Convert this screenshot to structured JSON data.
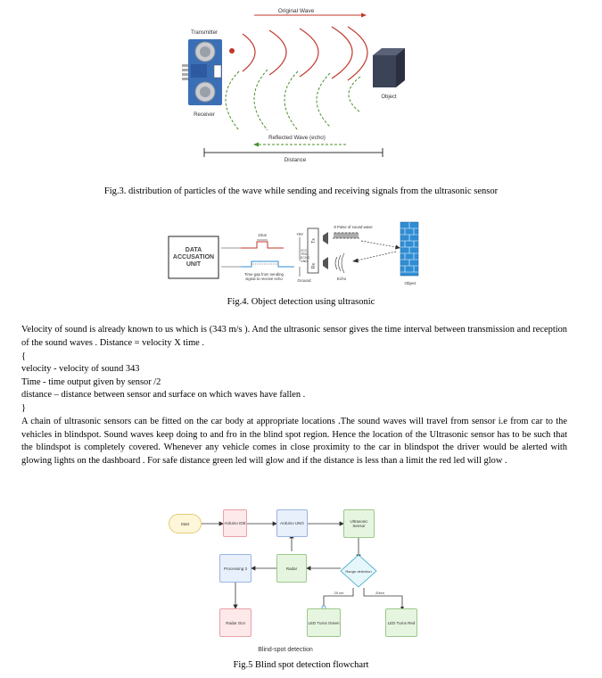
{
  "fig3": {
    "label_original_wave": "Original Wave",
    "label_transmitter": "Transmitter",
    "label_receiver": "Receiver",
    "label_object": "Object",
    "label_reflected": "Reflected Wave (echo)",
    "label_distance": "Distance",
    "caption": "Fig.3. distribution of particles of the wave while sending and receiving signals  from the ultrasonic sensor"
  },
  "fig4": {
    "unit_line1": "DATA",
    "unit_line2": "ACCUSATION",
    "unit_line3": "UNIT",
    "label_10us": "10us",
    "label_5v": "+5V",
    "label_pulse": "8 Pulse of sound wave",
    "label_tx": "Tx",
    "label_rx": "Rx",
    "pins": [
      "VCC",
      "TRIG",
      "ECHO",
      "GND"
    ],
    "label_time_gap_1": "Time gap from sending",
    "label_time_gap_2": "signal to receive echo",
    "label_ground": "Ground",
    "label_echo": "Echo",
    "label_object": "Object",
    "caption": "Fig.4. Object detection using ultrasonic"
  },
  "body": {
    "para1": "Velocity of sound is already known to us which is (343 m/s ). And the ultrasonic sensor gives the time interval between transmission and reception of the sound waves . Distance = velocity X time .",
    "brace_open": "{",
    "line_velocity": "velocity  - velocity of sound 343",
    "line_time": "Time - time output given by sensor /2",
    "line_distance": "distance – distance between sensor and surface    on which waves have fallen .",
    "brace_close": "}",
    "para2": "A chain of ultrasonic sensors can be fitted on the car body at appropriate locations .The sound waves will travel from sensor i.e from car to the vehicles in blindspot. Sound waves keep doing to and fro in the blind spot region. Hence  the location of the Ultrasonic sensor has to be such that the blindspot is completely covered. Whenever any vehicle comes in close proximity to the car in blindspot  the driver would be alerted with glowing lights on the dashboard . For safe distance green led will glow and if the distance is less than a limit the red led will glow ."
  },
  "fig5": {
    "start": "Start",
    "arduino_ide": "Arduino IDE",
    "arduino_uno": "Arduino UNO",
    "ultrasonic": "Ultrasonic Sensor",
    "processing": "Processing 3",
    "radar": "Radar",
    "range_detection": "Range detection",
    "radar_gui": "Radar GUI",
    "led_green": "LED Turns Green",
    "led_red": "LED Turns Red",
    "label_20cm_left": "20 cm",
    "label_20cm_right": "20cm",
    "chart_title": "Blind-spot detection",
    "caption": "Fig.5 Blind spot detection flowchart"
  },
  "colors": {
    "sensor_blue": "#3b6fb5",
    "object_dark": "#3b4356",
    "echo_red": "#c0392b",
    "wall_blue": "#2f8dd4"
  }
}
